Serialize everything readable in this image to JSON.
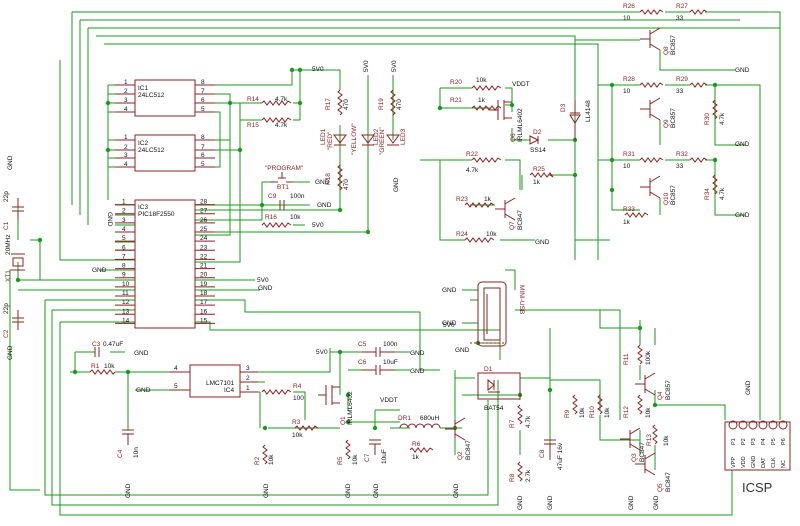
{
  "ic1": {
    "ref": "IC1",
    "value": "24LC512",
    "left_pins": [
      "1",
      "2",
      "3",
      "4"
    ],
    "right_pins": [
      "8",
      "7",
      "6",
      "5"
    ]
  },
  "ic2": {
    "ref": "IC2",
    "value": "24LC512",
    "left_pins": [
      "1",
      "2",
      "3",
      "4"
    ],
    "right_pins": [
      "8",
      "7",
      "6",
      "5"
    ]
  },
  "ic3": {
    "ref": "IC3",
    "value": "PIC18F2550",
    "left_pins": [
      "1",
      "2",
      "3",
      "4",
      "5",
      "6",
      "7",
      "8",
      "9",
      "10",
      "11",
      "12",
      "13",
      "14"
    ],
    "right_pins": [
      "28",
      "27",
      "26",
      "25",
      "24",
      "23",
      "22",
      "21",
      "20",
      "19",
      "18",
      "17",
      "16",
      "15"
    ]
  },
  "ic4": {
    "ref": "IC4",
    "value": "LMC7101",
    "pins": [
      "4",
      "5",
      "3",
      "2",
      "1"
    ]
  },
  "resistors": [
    {
      "ref": "R14",
      "value": "4.7k"
    },
    {
      "ref": "R15",
      "value": "4.7k"
    },
    {
      "ref": "R17",
      "value": "470"
    },
    {
      "ref": "R18",
      "value": "470"
    },
    {
      "ref": "R19",
      "value": "470"
    },
    {
      "ref": "R16",
      "value": "10k"
    },
    {
      "ref": "R20",
      "value": "10k"
    },
    {
      "ref": "R21",
      "value": "1k"
    },
    {
      "ref": "R22",
      "value": "4.7k"
    },
    {
      "ref": "R23",
      "value": "1k"
    },
    {
      "ref": "R24",
      "value": "10k"
    },
    {
      "ref": "R25",
      "value": "1k"
    },
    {
      "ref": "R26",
      "value": "10"
    },
    {
      "ref": "R27",
      "value": "33"
    },
    {
      "ref": "R28",
      "value": "10"
    },
    {
      "ref": "R29",
      "value": "33"
    },
    {
      "ref": "R30",
      "value": "4.7k"
    },
    {
      "ref": "R31",
      "value": "10"
    },
    {
      "ref": "R32",
      "value": "33"
    },
    {
      "ref": "R33",
      "value": "1k"
    },
    {
      "ref": "R34",
      "value": "4.7k"
    },
    {
      "ref": "R1",
      "value": "10k"
    },
    {
      "ref": "R2",
      "value": "10k"
    },
    {
      "ref": "R3",
      "value": "10k"
    },
    {
      "ref": "R4",
      "value": "100"
    },
    {
      "ref": "R5",
      "value": "10k"
    },
    {
      "ref": "R6",
      "value": "1k"
    },
    {
      "ref": "R7",
      "value": "4.7k"
    },
    {
      "ref": "R8",
      "value": "2.7k"
    },
    {
      "ref": "R9",
      "value": "10k"
    },
    {
      "ref": "R10",
      "value": "10k"
    },
    {
      "ref": "R11",
      "value": "100k"
    },
    {
      "ref": "R12",
      "value": "10k"
    },
    {
      "ref": "R13",
      "value": "10k"
    }
  ],
  "caps": [
    {
      "ref": "C1",
      "value": "22p"
    },
    {
      "ref": "C2",
      "value": "22p"
    },
    {
      "ref": "C3",
      "value": "0.47uF"
    },
    {
      "ref": "C4",
      "value": "10n"
    },
    {
      "ref": "C5",
      "value": "100n"
    },
    {
      "ref": "C6",
      "value": "10uF"
    },
    {
      "ref": "C7",
      "value": "10uF"
    },
    {
      "ref": "C8",
      "value": "47uF 16v"
    },
    {
      "ref": "C9",
      "value": "100n"
    }
  ],
  "leds": [
    {
      "ref": "LED1",
      "color": "\"RED\""
    },
    {
      "ref": "LED2",
      "color": "\"YELLOW\""
    },
    {
      "ref": "LED3",
      "color": "\"GREEN\""
    }
  ],
  "transistors": [
    {
      "ref": "Q1",
      "value": "IRLML6402"
    },
    {
      "ref": "Q2",
      "value": "BC847"
    },
    {
      "ref": "Q3",
      "value": "BC847"
    },
    {
      "ref": "Q4",
      "value": "BC857"
    },
    {
      "ref": "Q5",
      "value": "BC847"
    },
    {
      "ref": "Q6",
      "value": "IRLML6402"
    },
    {
      "ref": "Q7",
      "value": "BC847"
    },
    {
      "ref": "Q8",
      "value": "BC857"
    },
    {
      "ref": "Q9",
      "value": "BC857"
    },
    {
      "ref": "Q10",
      "value": "BC857"
    }
  ],
  "diodes": [
    {
      "ref": "D1",
      "value": "BAT54"
    },
    {
      "ref": "D2",
      "value": "SS14"
    },
    {
      "ref": "D3",
      "value": "LL4148"
    }
  ],
  "misc": {
    "bt1_ref": "BT1",
    "bt1_label": "\"PROGRAM\"",
    "xt1_ref": "XT1",
    "xt1_value": "20MHz",
    "dr1_ref": "DR1",
    "dr1_value": "680uH",
    "usb_label": "MINI-USB",
    "icsp_title": "ICSP",
    "icsp_pins": [
      "P1",
      "P2",
      "P3",
      "P4",
      "P5",
      "P6"
    ],
    "icsp_funcs": [
      "VPP",
      "VDD",
      "GND",
      "DAT",
      "CLK",
      "NC"
    ]
  },
  "nets": {
    "gnd": "GND",
    "v5": "5V0",
    "vddt": "VDDT"
  },
  "colors": {
    "wire": "#1a9a1a",
    "component": "#8b2020"
  }
}
